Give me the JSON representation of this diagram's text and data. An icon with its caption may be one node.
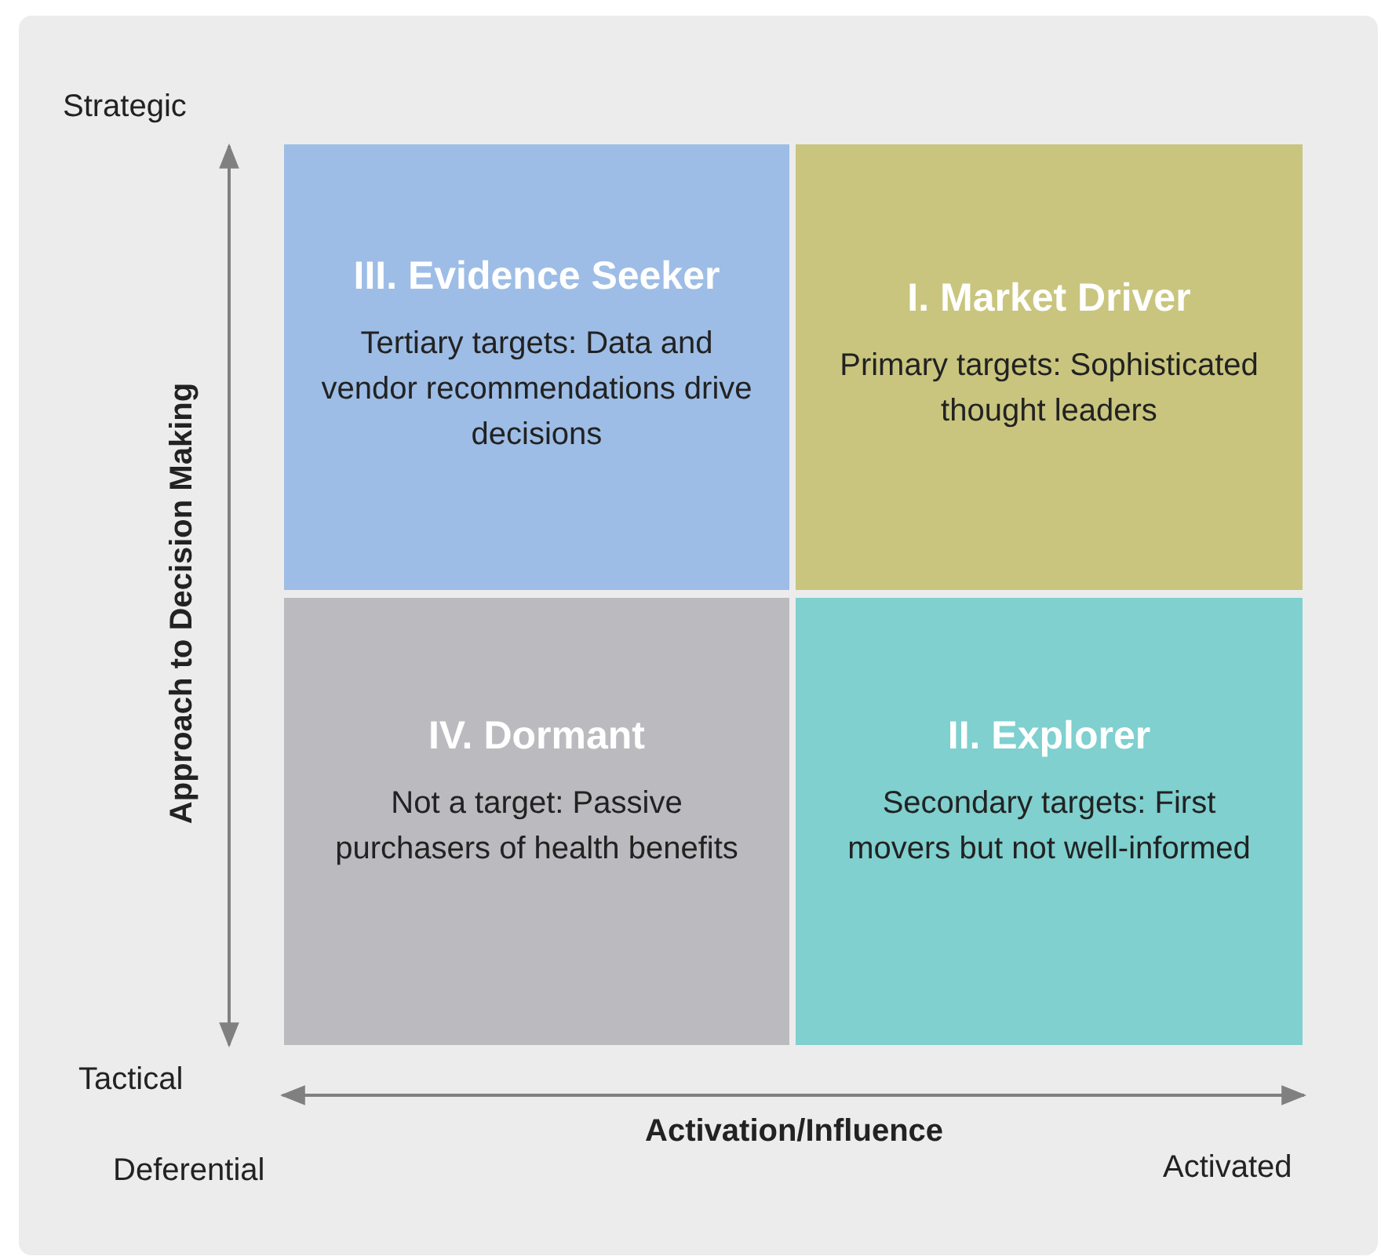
{
  "diagram": {
    "nodes": [
      {
        "text": [
          "III. Evidence Seeker",
          "Tertiary targets: Data and vendor recommendations drive decisions"
        ]
      },
      {
        "text": [
          "I. Market Driver",
          "Primary targets: Sophisticated thought leaders"
        ]
      },
      {
        "text": [
          "IV. Dormant",
          "Not a target: Passive purchasers of health benefits"
        ]
      },
      {
        "text": [
          "II. Explorer",
          "Secondary targets: First movers but not well-informed"
        ]
      }
    ],
    "labels": [
      "Strategic",
      "Approach to Decision Making",
      "Tactical",
      "Activation/Influence",
      "Deferential",
      "Activated"
    ]
  }
}
